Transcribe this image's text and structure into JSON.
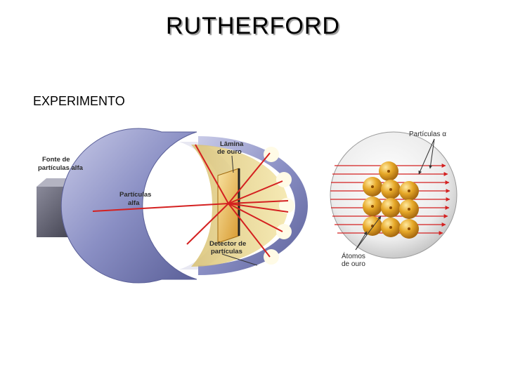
{
  "title": "RUTHERFORD",
  "subtitle": "EXPERIMENTO",
  "diagram": {
    "labels": {
      "source_line1": "Fonte de",
      "source_line2": "partículas alfa",
      "particles_line1": "Partículas",
      "particles_line2": "alfa",
      "foil_line1": "Lâmina",
      "foil_line2": "de ouro",
      "detector_line1": "Detector de",
      "detector_line2": "partículas",
      "alpha_particles": "Partículas α",
      "atoms_line1": "Átomos",
      "atoms_line2": "de ouro"
    },
    "colors": {
      "beam": "#d42020",
      "chamber": "#8a8fc4",
      "foil": "#e8b840",
      "atom": "#e0a020"
    }
  }
}
